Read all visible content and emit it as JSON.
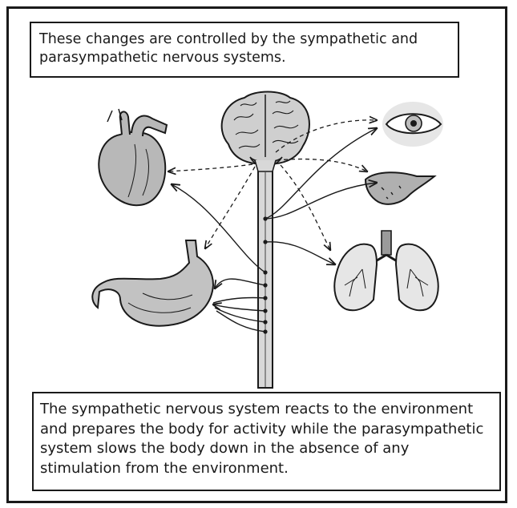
{
  "captions": {
    "top": "These changes are controlled by the sympathetic and parasympathetic nervous systems.",
    "bottom": "The sympathetic nervous system reacts to the environment and prepares the body for activity while the parasympathetic system slows the body down in the absence of any stimulation from the environment."
  },
  "colors": {
    "ink": "#1a1a1a",
    "organ_fill": "#c8c8c8",
    "organ_dark": "#9a9a9a",
    "highlight": "#e6e6e6"
  },
  "organs": [
    "brain",
    "spinal-cord",
    "heart",
    "stomach",
    "eye",
    "liver",
    "lungs"
  ]
}
